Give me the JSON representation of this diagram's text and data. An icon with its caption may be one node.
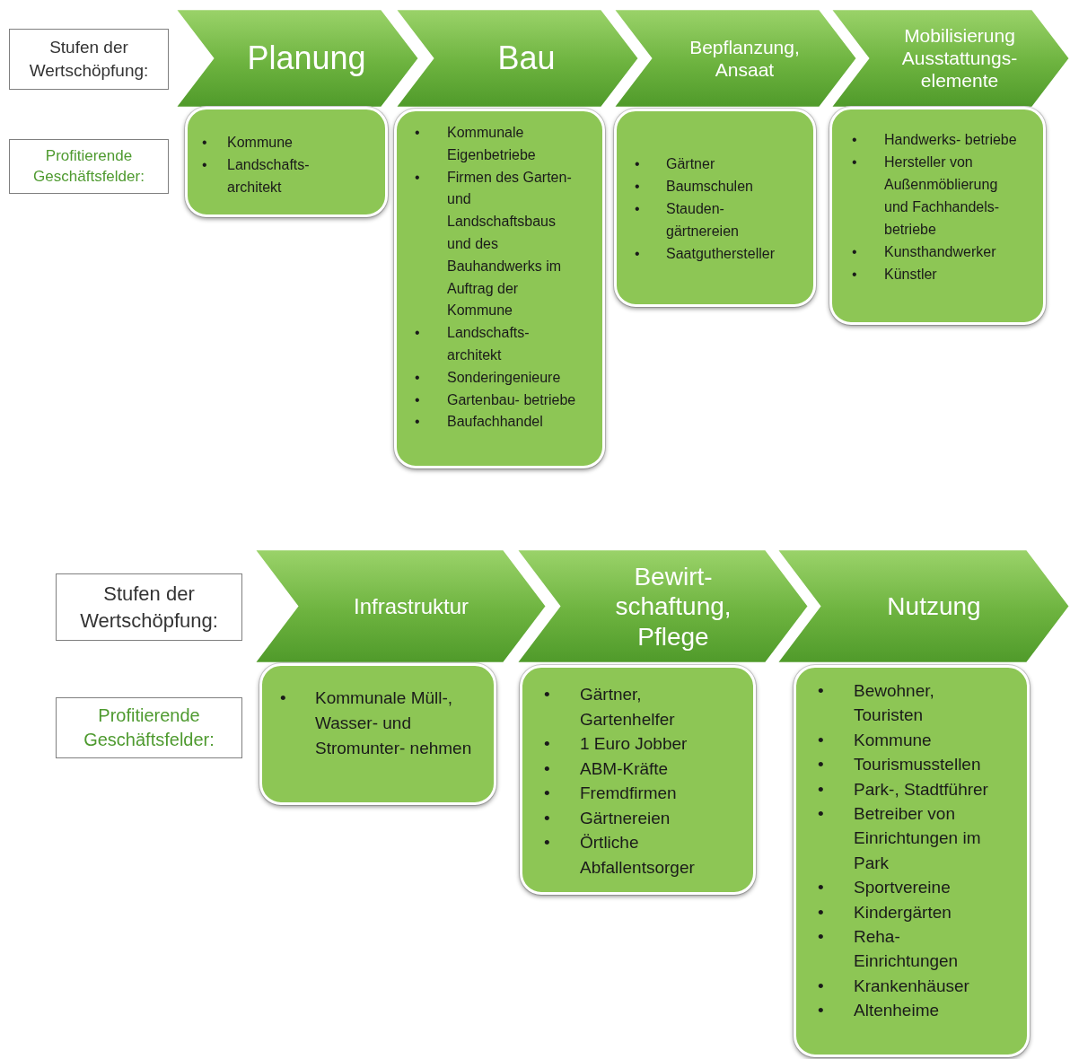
{
  "diagram": {
    "nodes": [
      {
        "text": [
          "Stufen der Wertschöpfung:"
        ]
      },
      {
        "text": [
          "Planung"
        ]
      },
      {
        "text": [
          "Bau"
        ]
      },
      {
        "text": [
          "Bepflanzung, Ansaat"
        ]
      },
      {
        "text": [
          "Mobilisierung Ausstattungs- elemente"
        ]
      },
      {
        "text": [
          "Profitierende Geschäftsfelder:"
        ]
      },
      {
        "text": [
          "•",
          "Kommune",
          "•",
          "Landschafts- architekt"
        ]
      },
      {
        "text": [
          "•",
          "Kommunale Eigenbetriebe",
          "•",
          "Firmen des Garten- und Landschaftsbaus und des Bauhandwerks im Auftrag der Kommune",
          "•",
          "Landschafts- architekt",
          "•",
          "Sonderingenieure",
          "•",
          "Gartenbau- betriebe",
          "•",
          "Baufachhandel"
        ]
      },
      {
        "text": [
          "•",
          "Gärtner",
          "•",
          "Baumschulen",
          "•",
          "Stauden- gärtnereien",
          "•",
          "Saatguthersteller"
        ]
      },
      {
        "text": [
          "•",
          "Handwerks- betriebe",
          "•",
          "Hersteller von Außenmöblierung und Fachhandels- betriebe",
          "•",
          "Kunsthandwerker",
          "•",
          "Künstler"
        ]
      },
      {
        "text": [
          "Stufen der Wertschöpfung:"
        ]
      },
      {
        "text": [
          "Infrastruktur"
        ]
      },
      {
        "text": [
          "Bewirt- schaftung, Pflege"
        ]
      },
      {
        "text": [
          "Nutzung"
        ]
      },
      {
        "text": [
          "Profitierende Geschäftsfelder:"
        ]
      },
      {
        "text": [
          "•",
          "Kommunale Müll-, Wasser- und Stromunter- nehmen"
        ]
      },
      {
        "text": [
          "•",
          "Gärtner, Gartenhelfer",
          "•",
          "1 Euro Jobber",
          "•",
          "ABM-Kräfte",
          "•",
          "Fremdfirmen",
          "•",
          "Gärtnereien",
          "•",
          "Örtliche Abfallentsorger"
        ]
      },
      {
        "text": [
          "•",
          "Bewohner, Touristen",
          "•",
          "Kommune",
          "•",
          "Tourismusstellen",
          "•",
          "Park-, Stadtführer",
          "•",
          "Betreiber von Einrichtungen im Park",
          "•",
          "Sportvereine",
          "•",
          "Kindergärten",
          "•",
          "Reha- Einrichtungen",
          "•",
          "Krankenhäuser",
          "•",
          "Altenheime"
        ]
      }
    ]
  }
}
